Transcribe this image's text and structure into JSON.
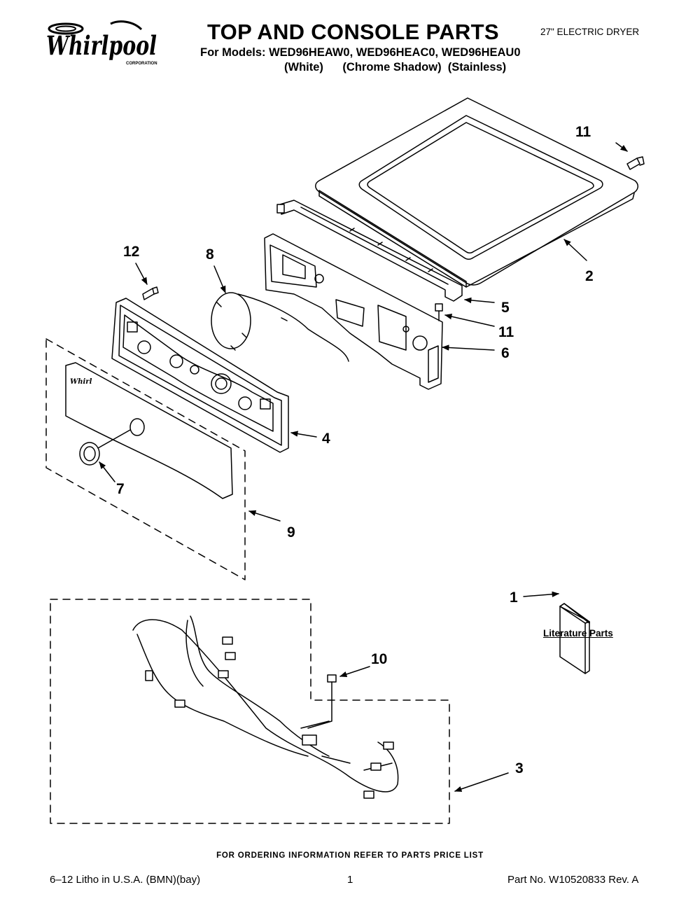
{
  "header": {
    "brand": "Whirlpool",
    "brand_sub": "CORPORATION",
    "title": "TOP AND CONSOLE PARTS",
    "models_line": "For Models: WED96HEAW0, WED96HEAC0, WED96HEAU0",
    "finishes_line": "(White)      (Chrome Shadow)  (Stainless)",
    "product": "27\" ELECTRIC DRYER"
  },
  "callouts": {
    "c1": "1",
    "c2": "2",
    "c3": "3",
    "c4": "4",
    "c5": "5",
    "c6": "6",
    "c7": "7",
    "c8": "8",
    "c9": "9",
    "c10": "10",
    "c11a": "11",
    "c11b": "11",
    "c12": "12"
  },
  "literature_label": "Literature Parts",
  "footer": {
    "order_note": "FOR ORDERING INFORMATION REFER TO PARTS PRICE LIST",
    "left": "6–12 Litho in U.S.A. (BMN)(bay)",
    "page": "1",
    "right": "Part No. W10520833 Rev. A"
  }
}
